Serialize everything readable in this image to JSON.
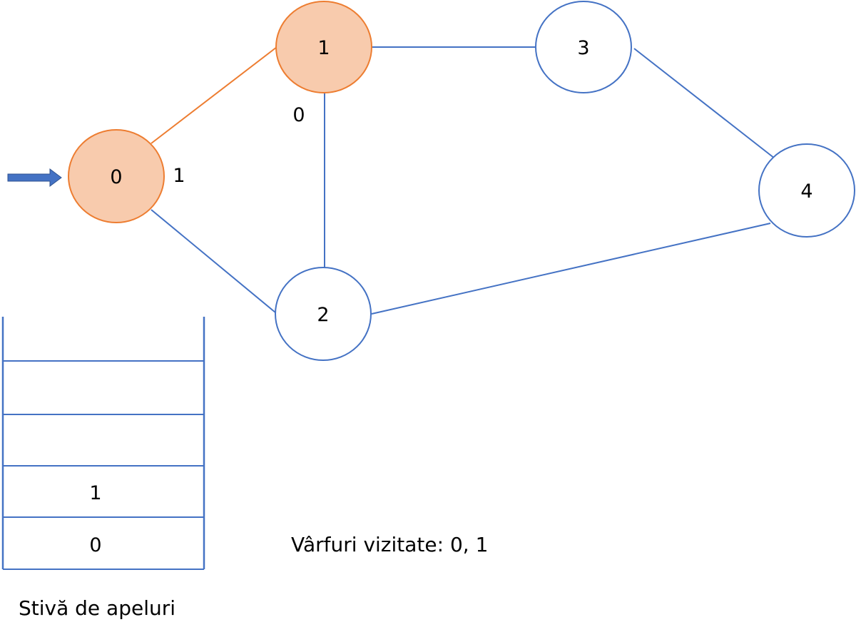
{
  "colors": {
    "line": "#4472c4",
    "visited_fill": "#f8cbad",
    "visited_stroke": "#ed7d31",
    "unvisited_fill": "#ffffff",
    "text": "#000000"
  },
  "graph": {
    "nodes": [
      {
        "label": "0",
        "state": "visited"
      },
      {
        "label": "1",
        "state": "visited"
      },
      {
        "label": "2",
        "state": "unvisited"
      },
      {
        "label": "3",
        "state": "unvisited"
      },
      {
        "label": "4",
        "state": "unvisited"
      }
    ],
    "edges": [
      {
        "from": "0",
        "to": "1",
        "traversed": true
      },
      {
        "from": "0",
        "to": "2",
        "traversed": false
      },
      {
        "from": "1",
        "to": "3",
        "traversed": false
      },
      {
        "from": "1",
        "to": "2",
        "traversed": false
      },
      {
        "from": "3",
        "to": "4",
        "traversed": false
      },
      {
        "from": "2",
        "to": "4",
        "traversed": false
      }
    ],
    "annotations": [
      "1",
      "0"
    ],
    "current_pointer": "right-arrow-icon"
  },
  "stack": {
    "title": "Stivă de apeluri",
    "slots": [
      "",
      "",
      "1",
      "0"
    ]
  },
  "visited_text": "Vârfuri vizitate: 0, 1"
}
